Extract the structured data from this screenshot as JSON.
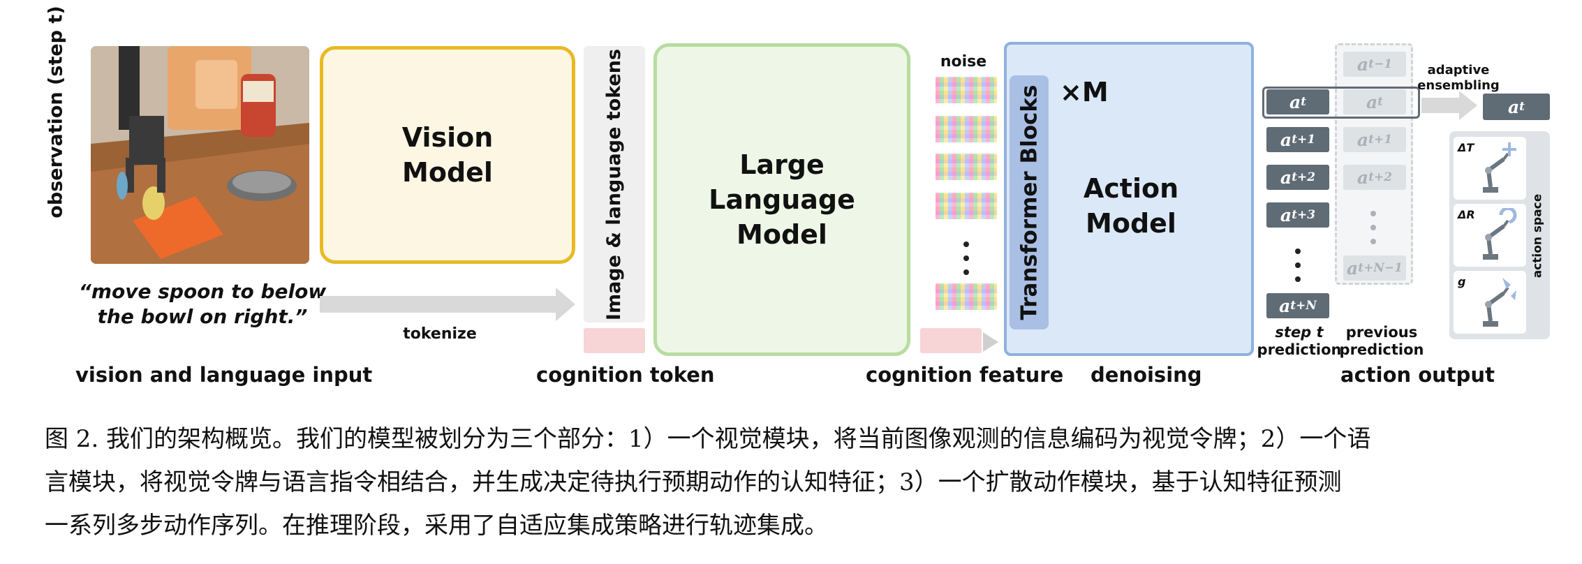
{
  "diagram": {
    "observation_label": "observation (step t)",
    "instruction": "“move spoon to below the bowl on right.”",
    "instruction_line1": "“move spoon to below",
    "instruction_line2": "the bowl on right.”",
    "tokenize_label": "tokenize",
    "vision_model_line1": "Vision",
    "vision_model_line2": "Model",
    "tokens_label": "Image & language tokens",
    "llm_line1": "Large",
    "llm_line2": "Language",
    "llm_line3": "Model",
    "noise_label": "noise",
    "transformer_label": "Transformer Blocks",
    "repeat_label": "×M",
    "action_model_line1": "Action",
    "action_model_line2": "Model",
    "adaptive_line1": "adaptive",
    "adaptive_line2": "ensembling",
    "step_pred_line1": "step t",
    "step_pred_line2": "prediction",
    "prev_pred_line1": "previous",
    "prev_pred_line2": "prediction",
    "action_space_label": "action space",
    "action_space_items": [
      "ΔT",
      "ΔR",
      "g"
    ],
    "section_labels": {
      "input": "vision and language input",
      "cognition_token": "cognition token",
      "cognition_feature": "cognition feature",
      "denoising": "denoising",
      "action_output": "action output"
    },
    "colors": {
      "vision_border": "#e8b923",
      "vision_fill": "#fdf6e3",
      "llm_border": "#b7dca0",
      "llm_fill": "#eef7e7",
      "action_border": "#8fb0de",
      "action_fill": "#dbe8f8",
      "transformer_fill": "#a9bfe4",
      "cognition_fill": "#f7d4d6",
      "token_dark": "#5f6b75"
    }
  },
  "caption": {
    "line1": "图 2. 我们的架构概览。我们的模型被划分为三个部分：1）一个视觉模块，将当前图像观测的信息编码为视觉令牌；2）一个语",
    "line2": "言模块，将视觉令牌与语言指令相结合，并生成决定待执行预期动作的认知特征；3）一个扩散动作模块，基于认知特征预测",
    "line3": "一系列多步动作序列。在推理阶段，采用了自适应集成策略进行轨迹集成。"
  }
}
